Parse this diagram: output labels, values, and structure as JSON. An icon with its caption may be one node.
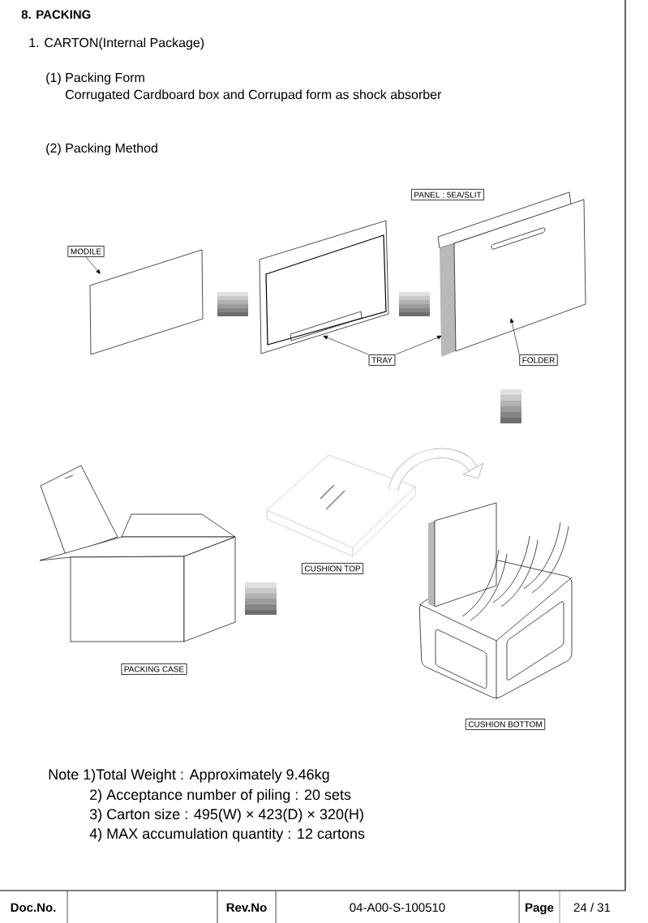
{
  "diagram": {
    "title": "8. PACKING",
    "nodes": [
      {
        "text": [
          "PANEL : 5EA/SLIT"
        ]
      },
      {
        "text": [
          "MODILE"
        ]
      },
      {
        "text": [
          "TRAY"
        ]
      },
      {
        "text": [
          "FOLDER"
        ]
      },
      {
        "text": [
          "CUSHION TOP"
        ]
      },
      {
        "text": [
          "PACKING CASE"
        ]
      },
      {
        "text": [
          "CUSHION BOTTOM"
        ]
      },
      {
        "text": [],
        "shape": "picture"
      },
      {
        "text": [],
        "shape": "picture"
      },
      {
        "text": [],
        "shape": "picture"
      }
    ],
    "edges": [
      {
        "from": 1,
        "to": 7,
        "arrow": "to"
      },
      {
        "from": 2,
        "to": 8,
        "arrow": "to"
      },
      {
        "from": 2,
        "to": 9,
        "arrow": "to"
      },
      {
        "from": 3,
        "to": 9,
        "arrow": "to"
      }
    ],
    "labels": [
      "1. CARTON(Internal Package)",
      "(1) Packing Form",
      "Corrugated Cardboard box and Corrupad form as shock absorber",
      "(2) Packing Method",
      "Note 1)Total Weight : Approximately 9.46kg",
      "2) Acceptance number of piling : 20 sets",
      "3) Carton size : 495(W) × 423(D) × 320(H)",
      "4) MAX accumulation quantity : 12 cartons",
      "Doc.No.",
      "Rev.No",
      "04-A00-S-100510",
      "Page",
      "24 / 31"
    ]
  }
}
